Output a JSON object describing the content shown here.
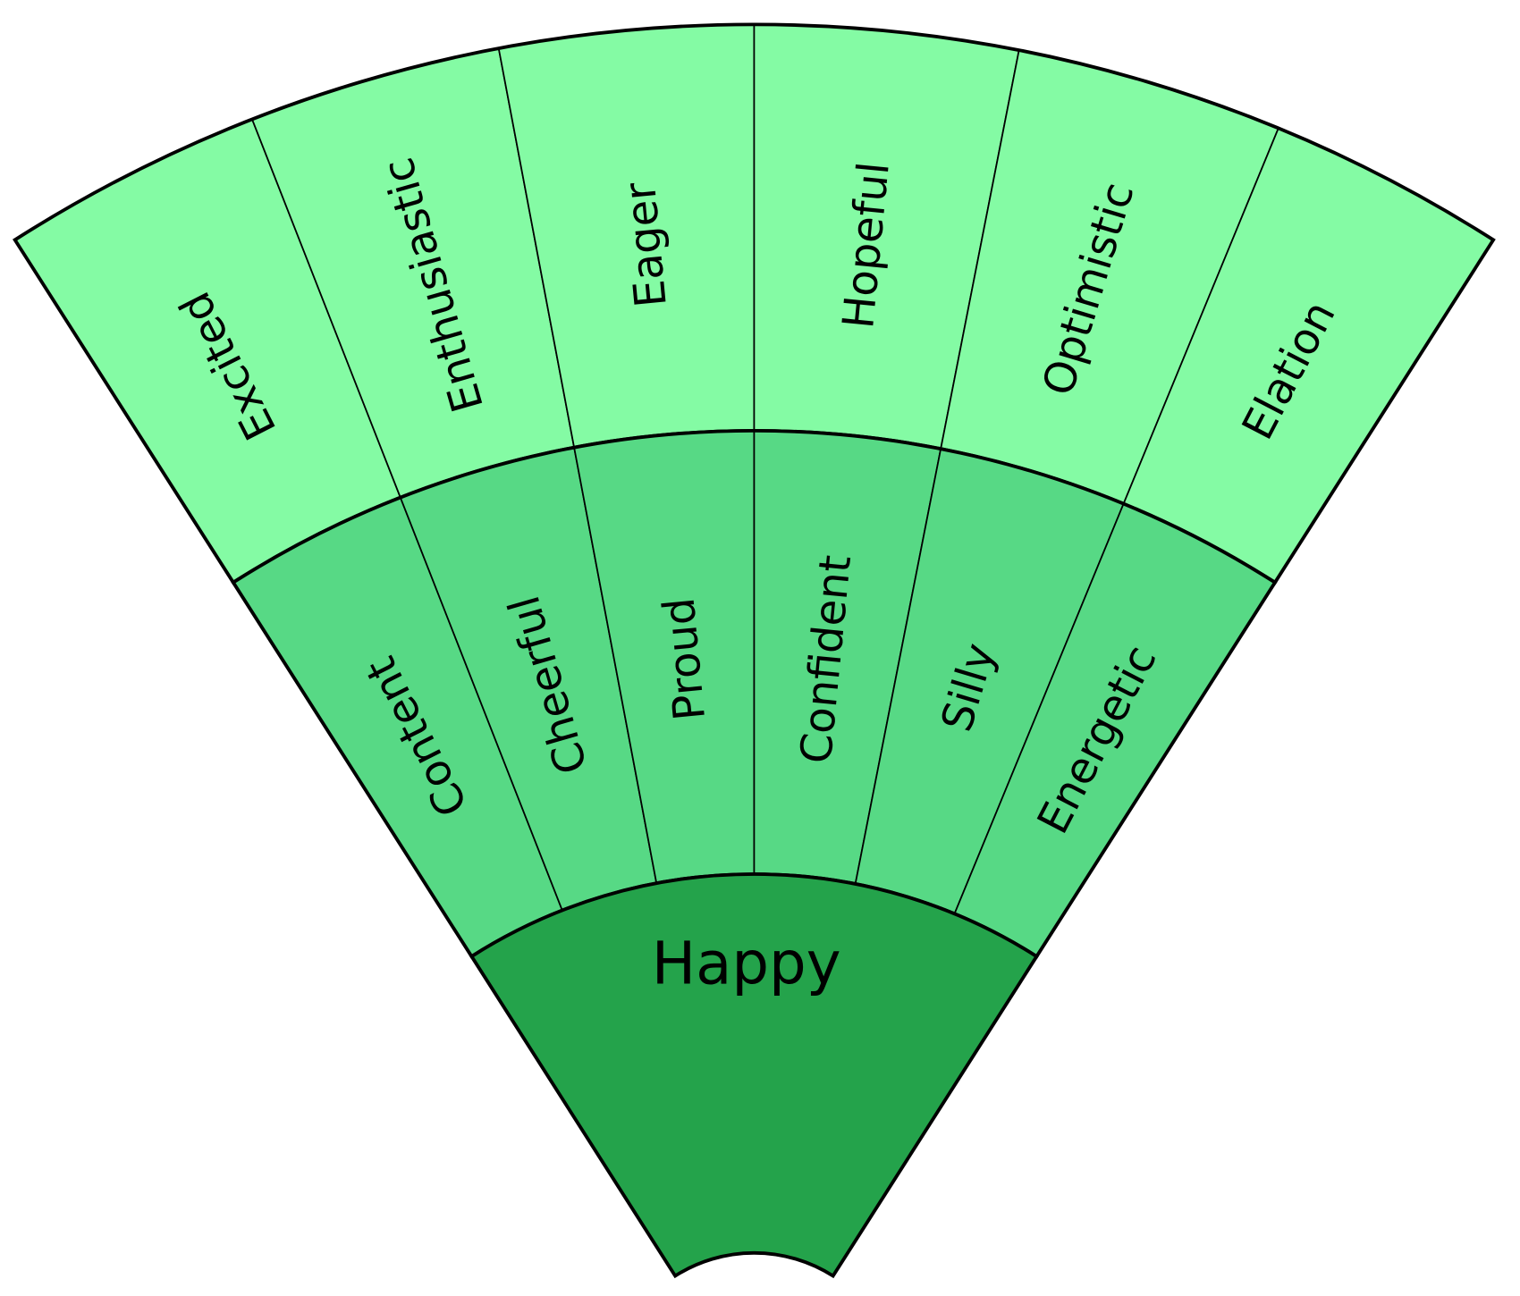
{
  "wheel": {
    "core": {
      "label": "Happy",
      "color": "#24a34b"
    },
    "middle_ring": {
      "color": "#57d985",
      "labels": [
        "Content",
        "Cheerful",
        "Proud",
        "Confident",
        "Silly",
        "Energetic"
      ]
    },
    "outer_ring": {
      "color": "#84fba4",
      "labels": [
        "Excited",
        "Enthusiastic",
        "Eager",
        "Hopeful",
        "Optimistic",
        "Elation"
      ]
    }
  }
}
